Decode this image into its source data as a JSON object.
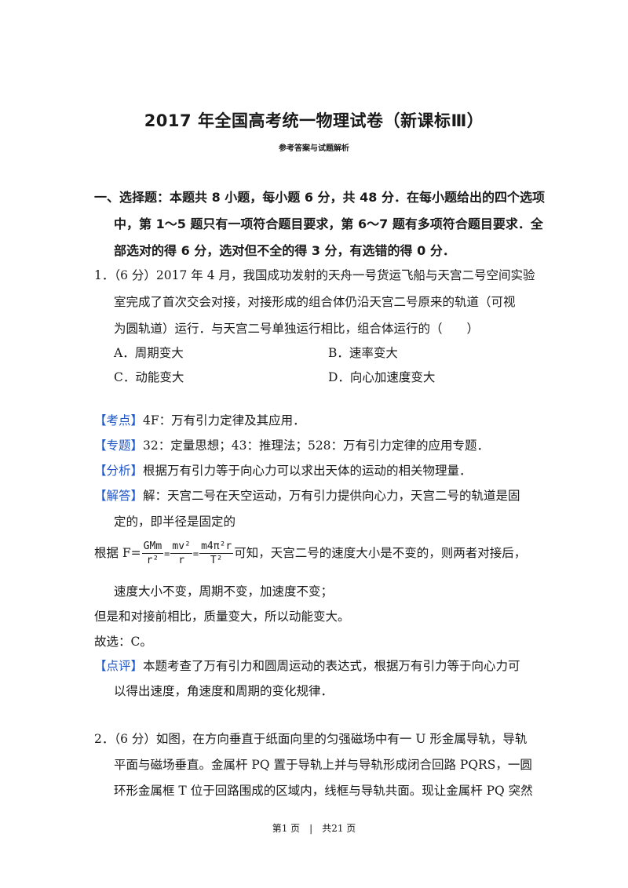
{
  "header": {
    "title": "2017 年全国高考统一物理试卷（新课标Ⅲ）",
    "subtitle": "参考答案与试题解析"
  },
  "section": {
    "line1": "一、选择题：本题共 8 小题，每小题 6 分，共 48 分．在每小题给出的四个选项",
    "line2": "中，第 1～5 题只有一项符合题目要求，第 6～7 题有多项符合题目要求．全",
    "line3": "部选对的得 6 分，选对但不全的得 3 分，有选错的得 0 分．"
  },
  "q1": {
    "line1": "1．（6 分）2017 年 4 月，我国成功发射的天舟一号货运飞船与天宫二号空间实验",
    "line2": "室完成了首次交会对接，对接形成的组合体仍沿天宫二号原来的轨道（可视",
    "line3": "为圆轨道）运行．与天宫二号单独运行相比，组合体运行的（　　）",
    "options": {
      "a": "A．周期变大",
      "b": "B．速率变大",
      "c": "C．动能变大",
      "d": "D．向心加速度变大"
    },
    "kaodian_tag": "【考点】",
    "kaodian": "4F：万有引力定律及其应用．",
    "zhuanti_tag": "【专题】",
    "zhuanti": "32：定量思想；43：推理法；528：万有引力定律的应用专题．",
    "fenxi_tag": "【分析】",
    "fenxi": "根据万有引力等于向心力可以求出天体的运动的相关物理量．",
    "jieda_tag": "【解答】",
    "jieda1": "解：天宫二号在天空运动，万有引力提供向心力，天宫二号的轨道是固",
    "jieda2": "定的，即半径是固定的",
    "formula": {
      "prefix": "根据 F=",
      "f1_num": "GMm",
      "f1_den": "r²",
      "f2_num": "mv²",
      "f2_den": "r",
      "f3_num": "m4π²r",
      "f3_den": "T²",
      "suffix": "可知，天宫二号的速度大小是不变的，则两者对接后，"
    },
    "jieda3": "速度大小不变，周期不变，加速度不变；",
    "jieda4": "但是和对接前相比，质量变大，所以动能变大。",
    "answer": "故选：C。",
    "dianping_tag": "【点评】",
    "dianping1": "本题考查了万有引力和圆周运动的表达式，根据万有引力等于向心力可",
    "dianping2": "以得出速度，角速度和周期的变化规律．"
  },
  "q2": {
    "line1": "2．（6 分）如图，在方向垂直于纸面向里的匀强磁场中有一 U 形金属导轨，导轨",
    "line2": "平面与磁场垂直。金属杆 PQ 置于导轨上并与导轨形成闭合回路 PQRS，一圆",
    "line3": "环形金属框 T 位于回路围成的区域内，线框与导轨共面。现让金属杆 PQ 突然"
  },
  "footer": {
    "text": "第1 页　|　共21 页"
  }
}
